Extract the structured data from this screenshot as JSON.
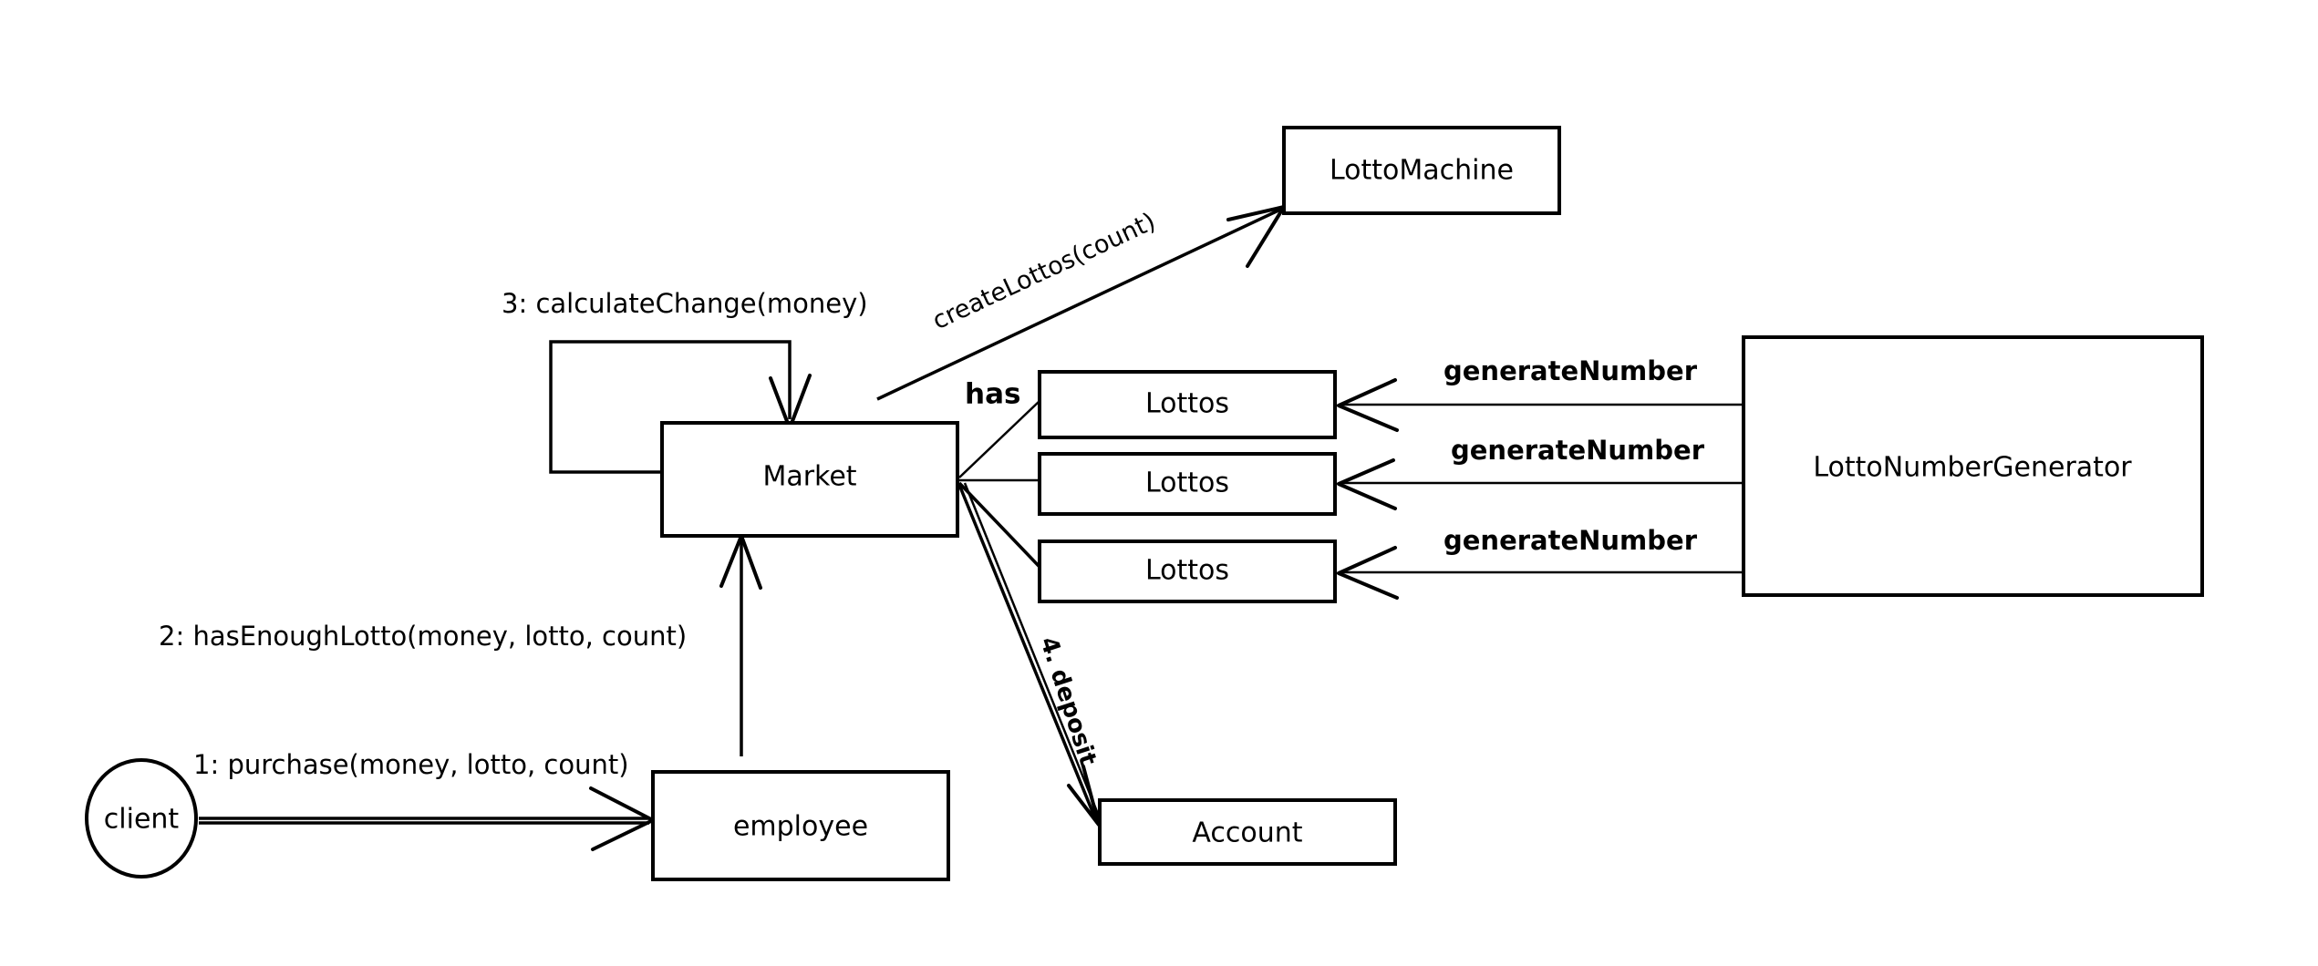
{
  "diagram": {
    "type": "uml-collaboration-diagram",
    "title": "Lotto Market Collaboration Diagram",
    "background_color": "#ffffff",
    "stroke_color": "#000000",
    "nodes": [
      {
        "id": "client",
        "label": "client",
        "shape": "ellipse"
      },
      {
        "id": "employee",
        "label": "employee",
        "shape": "rect"
      },
      {
        "id": "market",
        "label": "Market",
        "shape": "rect"
      },
      {
        "id": "lottoMachine",
        "label": "LottoMachine",
        "shape": "rect"
      },
      {
        "id": "lottos1",
        "label": "Lottos",
        "shape": "rect"
      },
      {
        "id": "lottos2",
        "label": "Lottos",
        "shape": "rect"
      },
      {
        "id": "lottos3",
        "label": "Lottos",
        "shape": "rect"
      },
      {
        "id": "lottoNumberGenerator",
        "label": "LottoNumberGenerator",
        "shape": "rect"
      },
      {
        "id": "account",
        "label": "Account",
        "shape": "rect"
      }
    ],
    "edges": [
      {
        "id": "e1",
        "from": "client",
        "to": "employee",
        "label": "1: purchase(money, lotto, count)"
      },
      {
        "id": "e2",
        "from": "employee",
        "to": "market",
        "label": "2: hasEnoughLotto(money, lotto, count)"
      },
      {
        "id": "e3",
        "from": "market",
        "to": "market",
        "label": "3: calculateChange(money)"
      },
      {
        "id": "e4",
        "from": "market",
        "to": "lottoMachine",
        "label": "createLottos(count)"
      },
      {
        "id": "e5",
        "from": "market",
        "to": "lottos1",
        "label": "has"
      },
      {
        "id": "e6",
        "from": "market",
        "to": "lottos2",
        "label": ""
      },
      {
        "id": "e7",
        "from": "market",
        "to": "lottos3",
        "label": ""
      },
      {
        "id": "e8",
        "from": "market",
        "to": "account",
        "label": "4. deposit"
      },
      {
        "id": "e9",
        "from": "lottoNumberGenerator",
        "to": "lottos1",
        "label": "generateNumber"
      },
      {
        "id": "e10",
        "from": "lottoNumberGenerator",
        "to": "lottos2",
        "label": "generateNumber"
      },
      {
        "id": "e11",
        "from": "lottoNumberGenerator",
        "to": "lottos3",
        "label": "generateNumber"
      }
    ],
    "labels": {
      "client": "client",
      "employee": "employee",
      "market": "Market",
      "lottoMachine": "LottoMachine",
      "lottos1": "Lottos",
      "lottos2": "Lottos",
      "lottos3": "Lottos",
      "lottoNumberGenerator": "LottoNumberGenerator",
      "account": "Account",
      "msg_purchase": "1: purchase(money, lotto, count)",
      "msg_hasEnoughLotto": "2: hasEnoughLotto(money, lotto, count)",
      "msg_calculateChange": "3: calculateChange(money)",
      "msg_createLottos": "createLottos(count)",
      "msg_has": "has",
      "msg_deposit": "4. deposit",
      "msg_generateNumber_1": "generateNumber",
      "msg_generateNumber_2": "generateNumber",
      "msg_generateNumber_3": "generateNumber"
    }
  }
}
